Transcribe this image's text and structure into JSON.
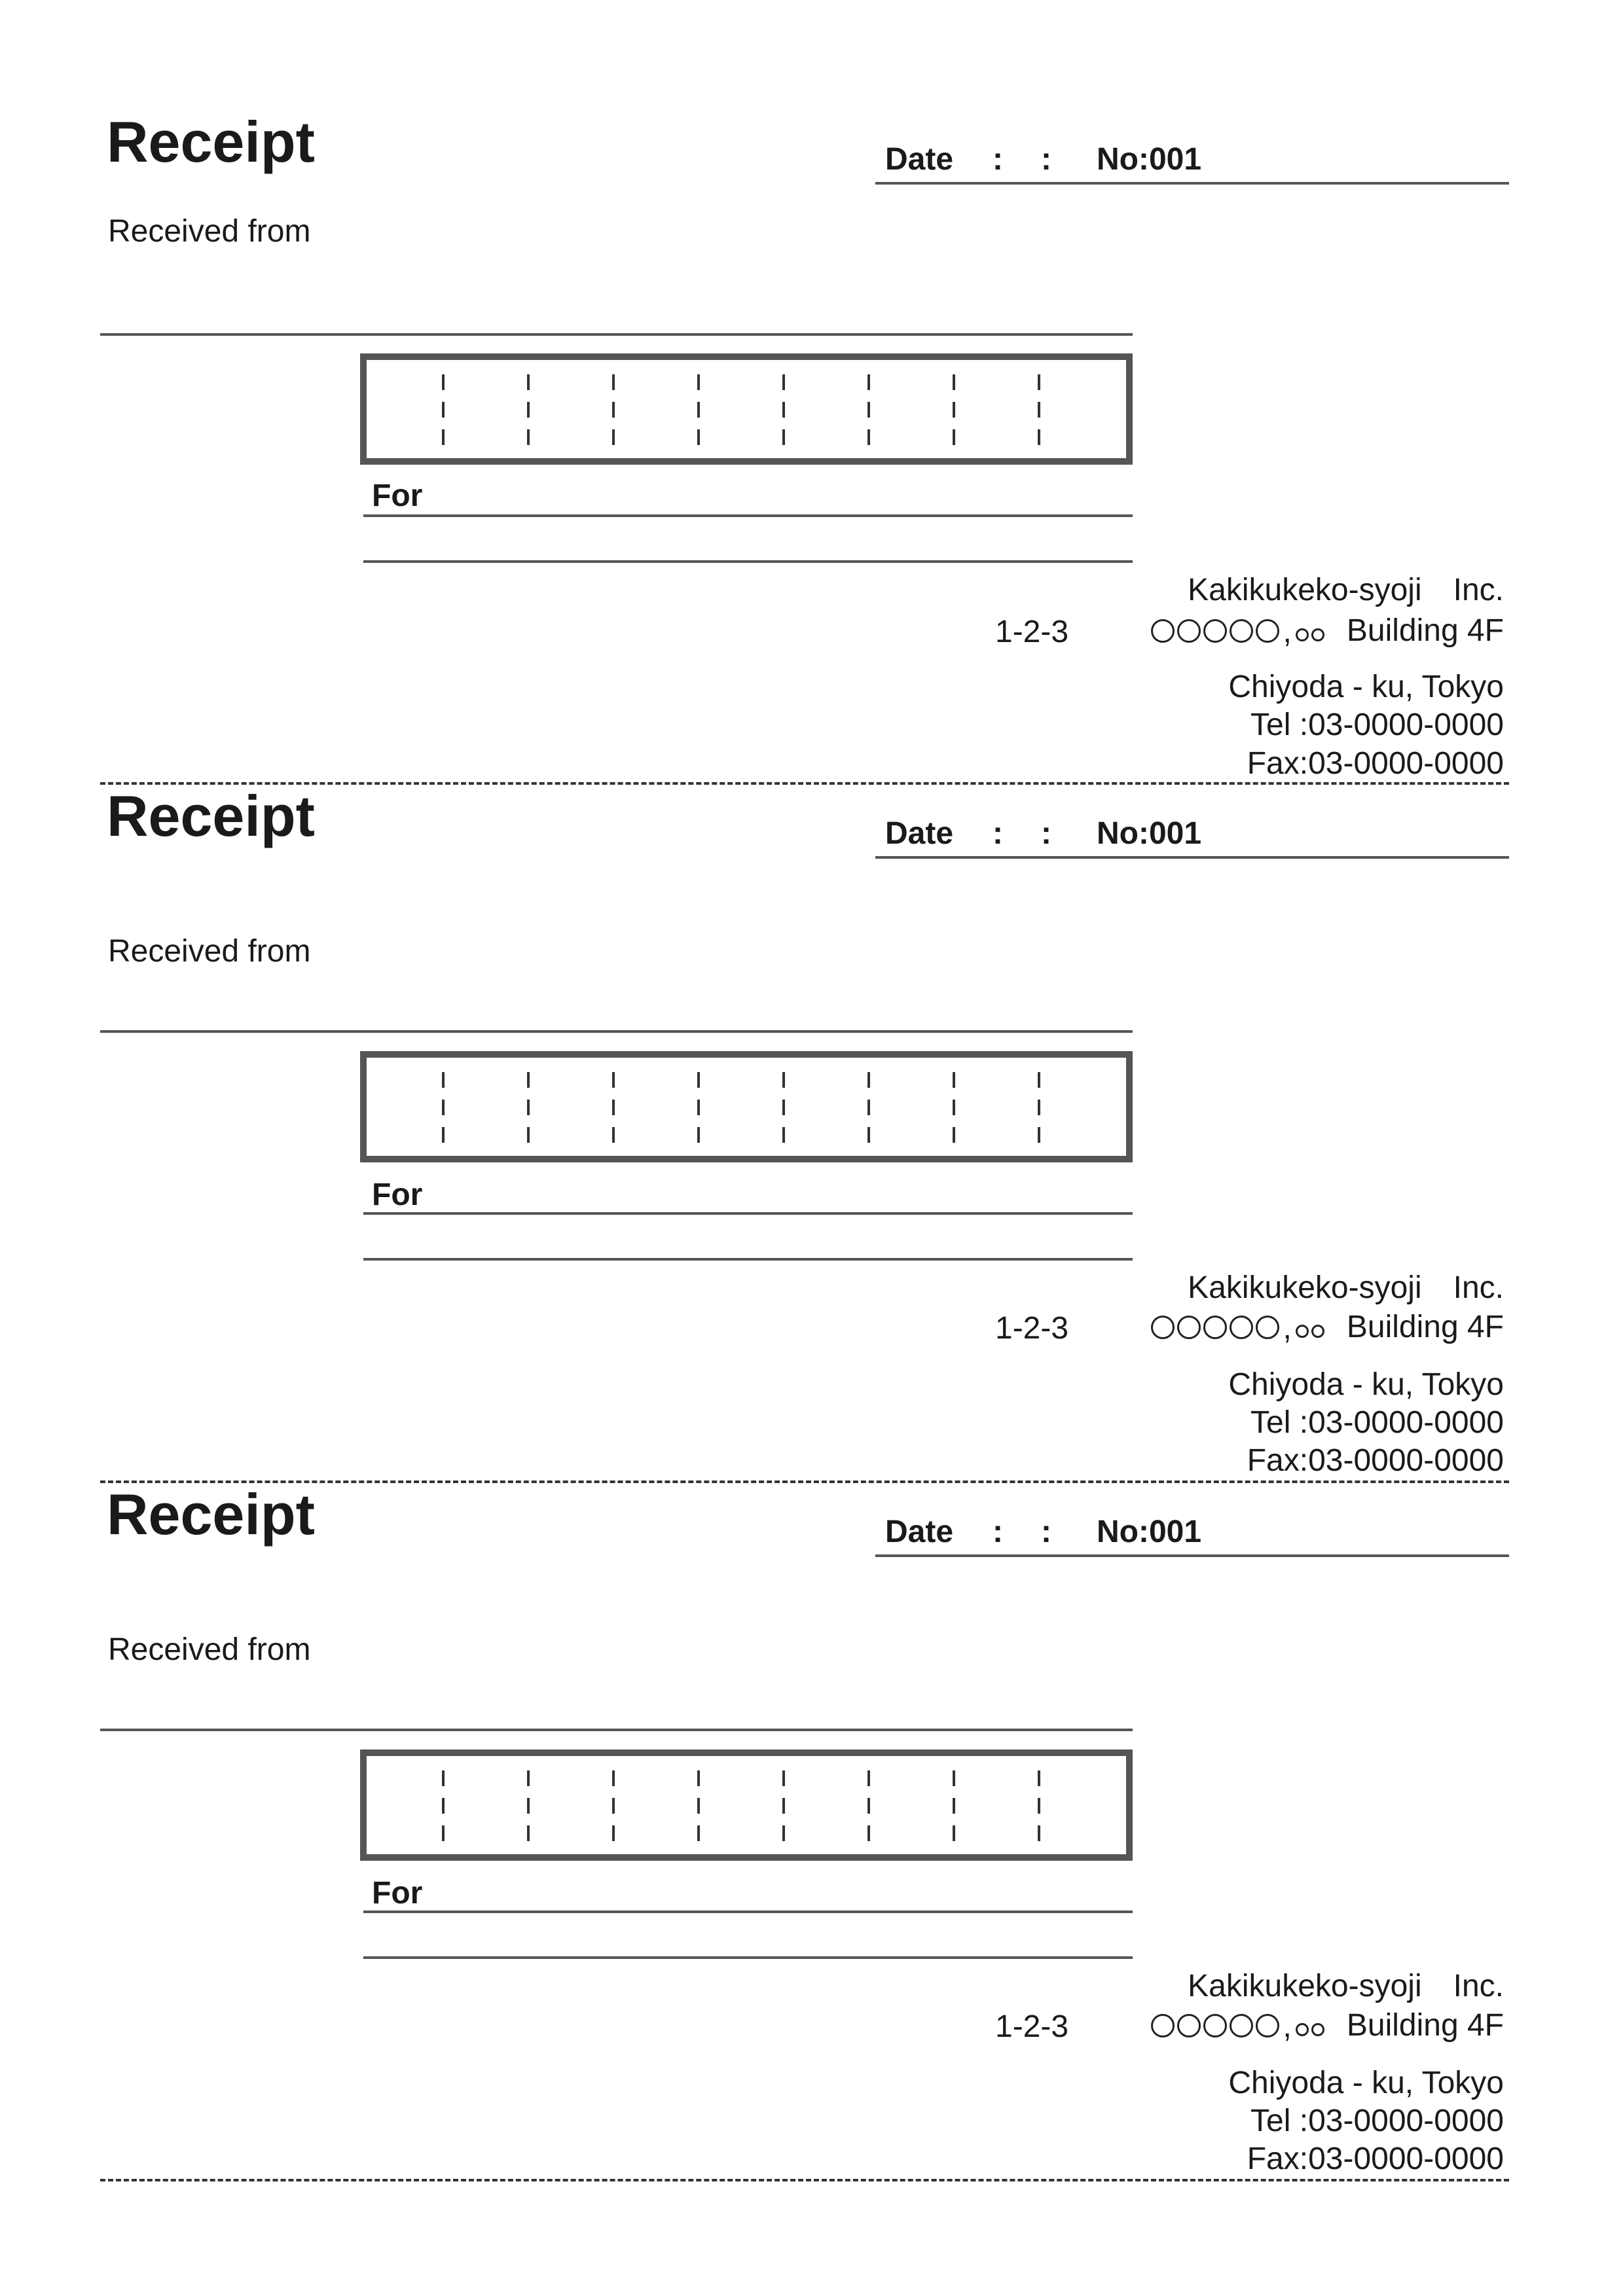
{
  "receipts": [
    {
      "title": "Receipt",
      "date_label": "Date",
      "colon": ":",
      "number": "No:001",
      "received_from": "Received from",
      "for_label": "For",
      "company_name": "Kakikukeko-syoji　Inc.",
      "address_number": "1-2-3",
      "address_suffix": ",",
      "building": "Building 4F",
      "city": "Chiyoda - ku, Tokyo",
      "tel": "Tel :03-0000-0000",
      "fax": "Fax:03-0000-0000"
    },
    {
      "title": "Receipt",
      "date_label": "Date",
      "colon": ":",
      "number": "No:001",
      "received_from": "Received from",
      "for_label": "For",
      "company_name": "Kakikukeko-syoji　Inc.",
      "address_number": "1-2-3",
      "address_suffix": ",",
      "building": "Building 4F",
      "city": "Chiyoda - ku, Tokyo",
      "tel": "Tel :03-0000-0000",
      "fax": "Fax:03-0000-0000"
    },
    {
      "title": "Receipt",
      "date_label": "Date",
      "colon": ":",
      "number": "No:001",
      "received_from": "Received from",
      "for_label": "For",
      "company_name": "Kakikukeko-syoji　Inc.",
      "address_number": "1-2-3",
      "address_suffix": ",",
      "building": "Building 4F",
      "city": "Chiyoda - ku, Tokyo",
      "tel": "Tel :03-0000-0000",
      "fax": "Fax:03-0000-0000"
    }
  ],
  "colors": {
    "ink": "#1a1a1a",
    "rule": "#555555"
  }
}
